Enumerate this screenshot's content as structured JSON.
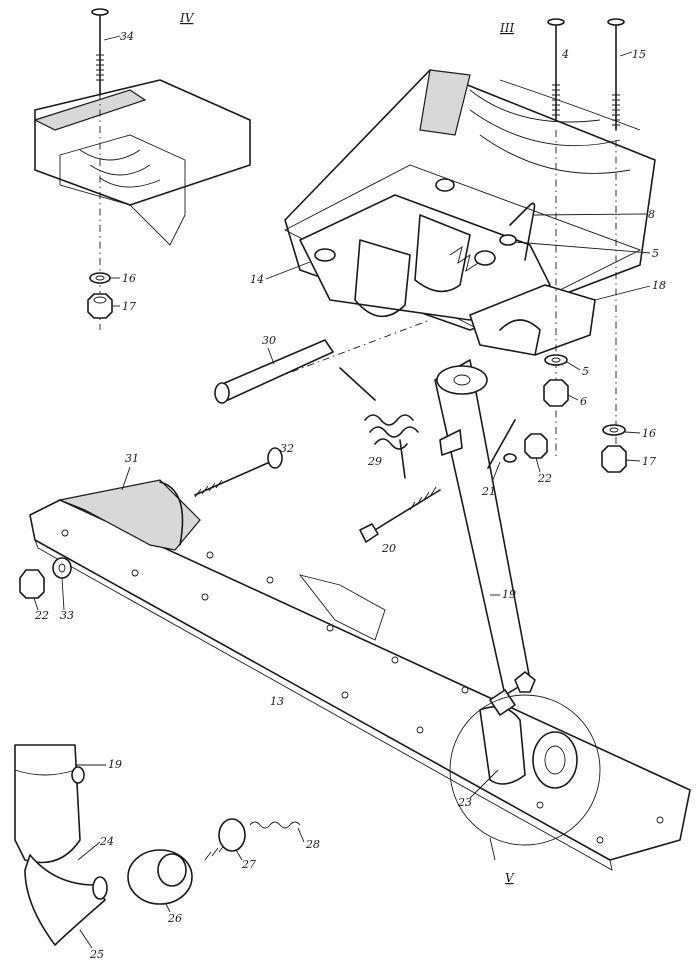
{
  "views": {
    "IV": "IV",
    "III": "III",
    "V": "V"
  },
  "parts": {
    "p34": "34",
    "p4": "4",
    "p15": "15",
    "p8": "8",
    "p5a": "5",
    "p14": "14",
    "p18": "18",
    "p16a": "16",
    "p17a": "17",
    "p30": "30",
    "p5b": "5",
    "p6": "6",
    "p16b": "16",
    "p17b": "17",
    "p29": "29",
    "p21": "21",
    "p22a": "22",
    "p31": "31",
    "p32": "32",
    "p20": "20",
    "p22b": "22",
    "p33": "33",
    "p19a": "19",
    "p13": "13",
    "p23": "23",
    "p19b": "19",
    "p24": "24",
    "p28": "28",
    "p27": "27",
    "p26": "26",
    "p25": "25"
  }
}
